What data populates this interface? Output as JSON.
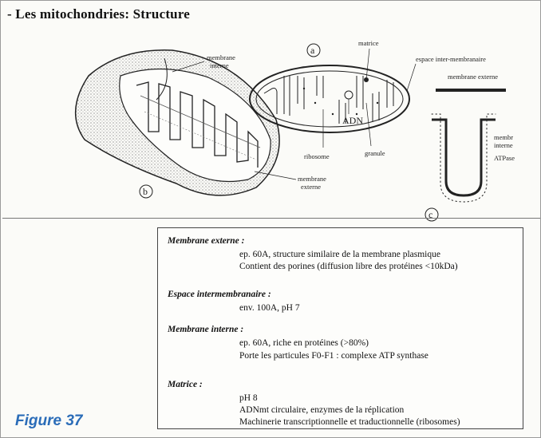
{
  "title": "- Les mitochondries: Structure",
  "diagram": {
    "label_a": "a",
    "label_b": "b",
    "label_c": "c",
    "labels": {
      "membrane_interne": [
        "membrane",
        "interne"
      ],
      "membrane_externe_b": [
        "membrane",
        "externe"
      ],
      "matrice": "matrice",
      "adn": "ADN",
      "ribosome": "ribosome",
      "granule": "granule",
      "espace": "espace inter-membranaire",
      "membrane_externe_c": "membrane externe",
      "membrane_interne_c": [
        "membr",
        "interne"
      ],
      "atpase": "ATPase"
    }
  },
  "infobox": {
    "sections": [
      {
        "heading": "Membrane externe :",
        "lines": [
          "ep. 60A, structure similaire de la membrane plasmique",
          "Contient des porines (diffusion libre des protéines <10kDa)"
        ]
      },
      {
        "heading": "Espace intermembranaire :",
        "lines": [
          "env. 100A, pH 7"
        ]
      },
      {
        "heading": "Membrane interne :",
        "lines": [
          "ep. 60A, riche en protéines (>80%)",
          "Porte les particules F0-F1 : complexe ATP synthase"
        ]
      },
      {
        "heading": "Matrice :",
        "lines": [
          "pH 8",
          "ADNmt circulaire, enzymes de la réplication",
          "Machinerie transcriptionnelle et traductionnelle (ribosomes)"
        ]
      }
    ]
  },
  "caption": "Figure 37"
}
